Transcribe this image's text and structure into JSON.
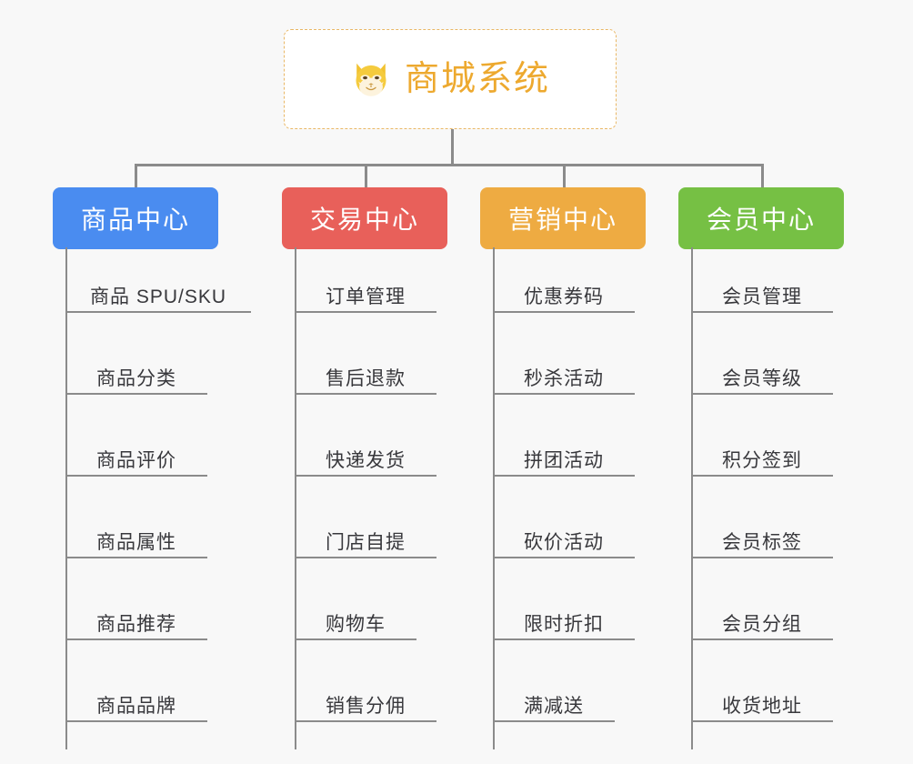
{
  "diagram": {
    "type": "mind-map",
    "background_color": "#f8f8f8",
    "connector_color": "#8b8b8b",
    "root": {
      "label": "商城系统",
      "icon": "dog-face-icon",
      "text_color": "#eda92f",
      "border_color": "#e9b765",
      "background_color": "#ffffff"
    },
    "branches": [
      {
        "label": "商品中心",
        "color": "#4a8cf0",
        "leaves": [
          "商品 SPU/SKU",
          "商品分类",
          "商品评价",
          "商品属性",
          "商品推荐",
          "商品品牌"
        ]
      },
      {
        "label": "交易中心",
        "color": "#e8605a",
        "leaves": [
          "订单管理",
          "售后退款",
          "快递发货",
          "门店自提",
          "购物车",
          "销售分佣"
        ]
      },
      {
        "label": "营销中心",
        "color": "#eeab42",
        "leaves": [
          "优惠券码",
          "秒杀活动",
          "拼团活动",
          "砍价活动",
          "限时折扣",
          "满减送"
        ]
      },
      {
        "label": "会员中心",
        "color": "#76c044",
        "leaves": [
          "会员管理",
          "会员等级",
          "积分签到",
          "会员标签",
          "会员分组",
          "收货地址"
        ]
      }
    ]
  }
}
